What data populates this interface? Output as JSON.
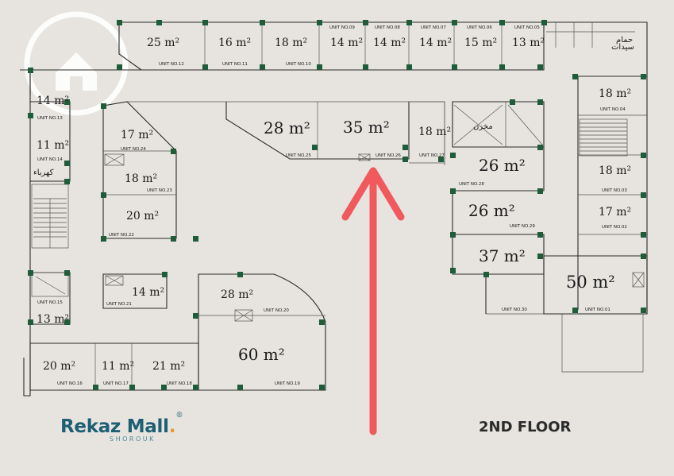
{
  "floor_title": "2ND FLOOR",
  "brand": {
    "name": "Rekaz Mall",
    "registered": "®",
    "subtitle": "SHOROUK",
    "dot_color": "#e39b2d",
    "text_color": "#1e5f74"
  },
  "colors": {
    "background": "#e7e4df",
    "wall": "#2a2a2a",
    "column": "#1f5c3a",
    "arrow": "#f0595d"
  },
  "arabic_labels": {
    "electricity": "كهرباء",
    "womens_restroom_1": "حمام",
    "womens_restroom_2": "سيدات",
    "storage": "مخزن"
  },
  "units": [
    {
      "id": "u12",
      "size": "25 m²",
      "label": "UNIT NO.12"
    },
    {
      "id": "u11",
      "size": "16 m²",
      "label": "UNIT NO.11"
    },
    {
      "id": "u10",
      "size": "18 m²",
      "label": "UNIT NO.10"
    },
    {
      "id": "u09",
      "size": "14 m²",
      "label": "UNIT NO.09"
    },
    {
      "id": "u08",
      "size": "14 m²",
      "label": "UNIT NO.08"
    },
    {
      "id": "u07",
      "size": "14 m²",
      "label": "UNIT NO.07"
    },
    {
      "id": "u06",
      "size": "15 m²",
      "label": "UNIT NO.06"
    },
    {
      "id": "u05",
      "size": "13 m²",
      "label": "UNIT NO.05"
    },
    {
      "id": "u04",
      "size": "18 m²",
      "label": "UNIT NO.04"
    },
    {
      "id": "u03",
      "size": "18 m²",
      "label": "UNIT NO.03"
    },
    {
      "id": "u02",
      "size": "17 m²",
      "label": "UNIT NO.02"
    },
    {
      "id": "u01",
      "size": "50 m²",
      "label": "UNIT NO.01"
    },
    {
      "id": "u13",
      "size": "14 m²",
      "label": "UNIT NO.13"
    },
    {
      "id": "u14",
      "size": "11 m²",
      "label": "UNIT NO.14"
    },
    {
      "id": "u15",
      "size": "13 m²",
      "label": "UNIT NO.15"
    },
    {
      "id": "u16",
      "size": "20 m²",
      "label": "UNIT NO.16"
    },
    {
      "id": "u17",
      "size": "11 m²",
      "label": "UNIT NO.17"
    },
    {
      "id": "u18",
      "size": "21 m²",
      "label": "UNIT NO.18"
    },
    {
      "id": "u19",
      "size": "60 m²",
      "label": "UNIT NO.19"
    },
    {
      "id": "u20",
      "size": "28 m²",
      "label": "UNIT NO.20"
    },
    {
      "id": "u21",
      "size": "14 m²",
      "label": "UNIT NO.21"
    },
    {
      "id": "u22",
      "size": "20 m²",
      "label": "UNIT NO.22"
    },
    {
      "id": "u23",
      "size": "18 m²",
      "label": "UNIT NO.23"
    },
    {
      "id": "u24",
      "size": "17 m²",
      "label": "UNIT NO.24"
    },
    {
      "id": "u25",
      "size": "28 m²",
      "label": "UNIT NO.25"
    },
    {
      "id": "u26",
      "size": "35 m²",
      "label": "UNIT NO.26"
    },
    {
      "id": "u27",
      "size": "18 m²",
      "label": "UNIT NO.27"
    },
    {
      "id": "u28",
      "size": "26 m²",
      "label": "UNIT NO.28"
    },
    {
      "id": "u29",
      "size": "26 m²",
      "label": "UNIT NO.29"
    },
    {
      "id": "u30",
      "size": "37 m²",
      "label": "UNIT NO.30"
    }
  ]
}
